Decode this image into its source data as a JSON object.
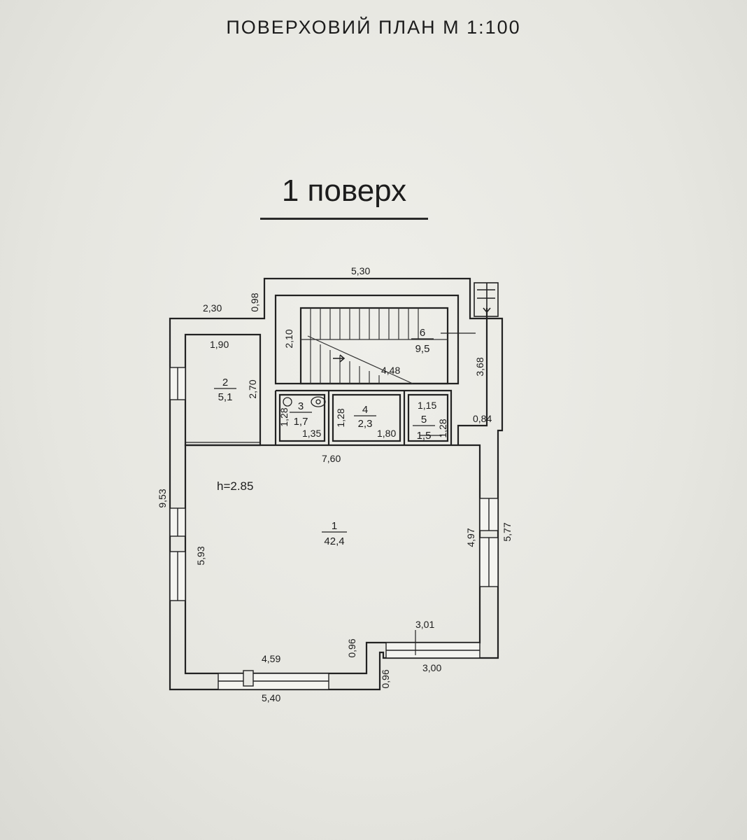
{
  "header": "ПОВЕРХОВИЙ ПЛАН М 1:100",
  "floor_title": "1 поверх",
  "height_label": "h=2.85",
  "rooms": [
    {
      "number": "1",
      "area": "42,4"
    },
    {
      "number": "2",
      "area": "5,1"
    },
    {
      "number": "3",
      "area": "1,7"
    },
    {
      "number": "4",
      "area": "2,3"
    },
    {
      "number": "5",
      "area": "1,5"
    },
    {
      "number": "6",
      "area": "9,5"
    }
  ],
  "dimensions": {
    "top_width": "5,30",
    "top_left": "2,30",
    "step_vertical": "0,98",
    "room2_width": "1,90",
    "room2_height": "2,70",
    "stair_height": "2,10",
    "stair_length": "4,48",
    "right_upper": "3,68",
    "right_step": "0,84",
    "room3_height": "1,28",
    "room3_width": "1,35",
    "room4_height": "1,28",
    "room4_width": "1,80",
    "room5_width": "1,15",
    "room5_height": "1,28",
    "room1_width": "7,60",
    "left_total": "9,53",
    "left_room1": "5,93",
    "right_room1": "4,97",
    "right_total": "5,77",
    "bottom_inner": "4,59",
    "bottom_total": "5,40",
    "notch_upper": "0,96",
    "notch_lower": "0,96",
    "porch_inner": "3,01",
    "porch_outer": "3,00"
  }
}
